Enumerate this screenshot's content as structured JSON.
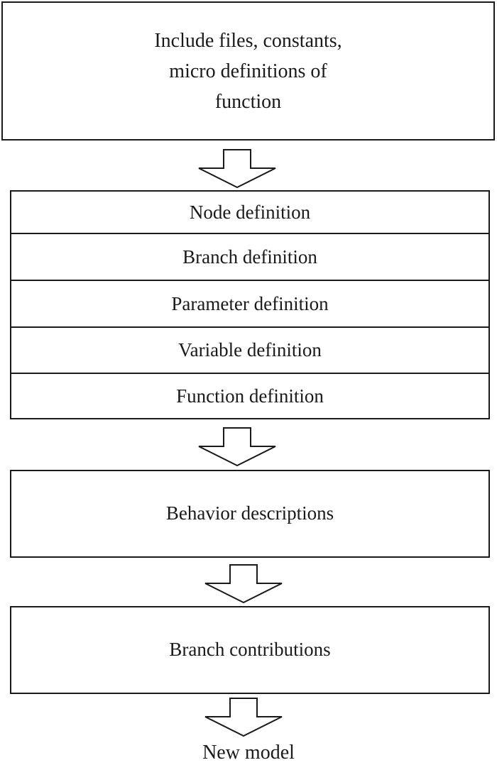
{
  "diagram": {
    "include_box": {
      "lines": [
        "Include files, constants,",
        "micro definitions of",
        "function"
      ]
    },
    "definitions": [
      "Node definition",
      "Branch definition",
      "Parameter definition",
      "Variable definition",
      "Function definition"
    ],
    "behavior_box": {
      "label": "Behavior descriptions"
    },
    "branch_contributions_box": {
      "label": "Branch contributions"
    },
    "output": {
      "label": "New model"
    }
  }
}
